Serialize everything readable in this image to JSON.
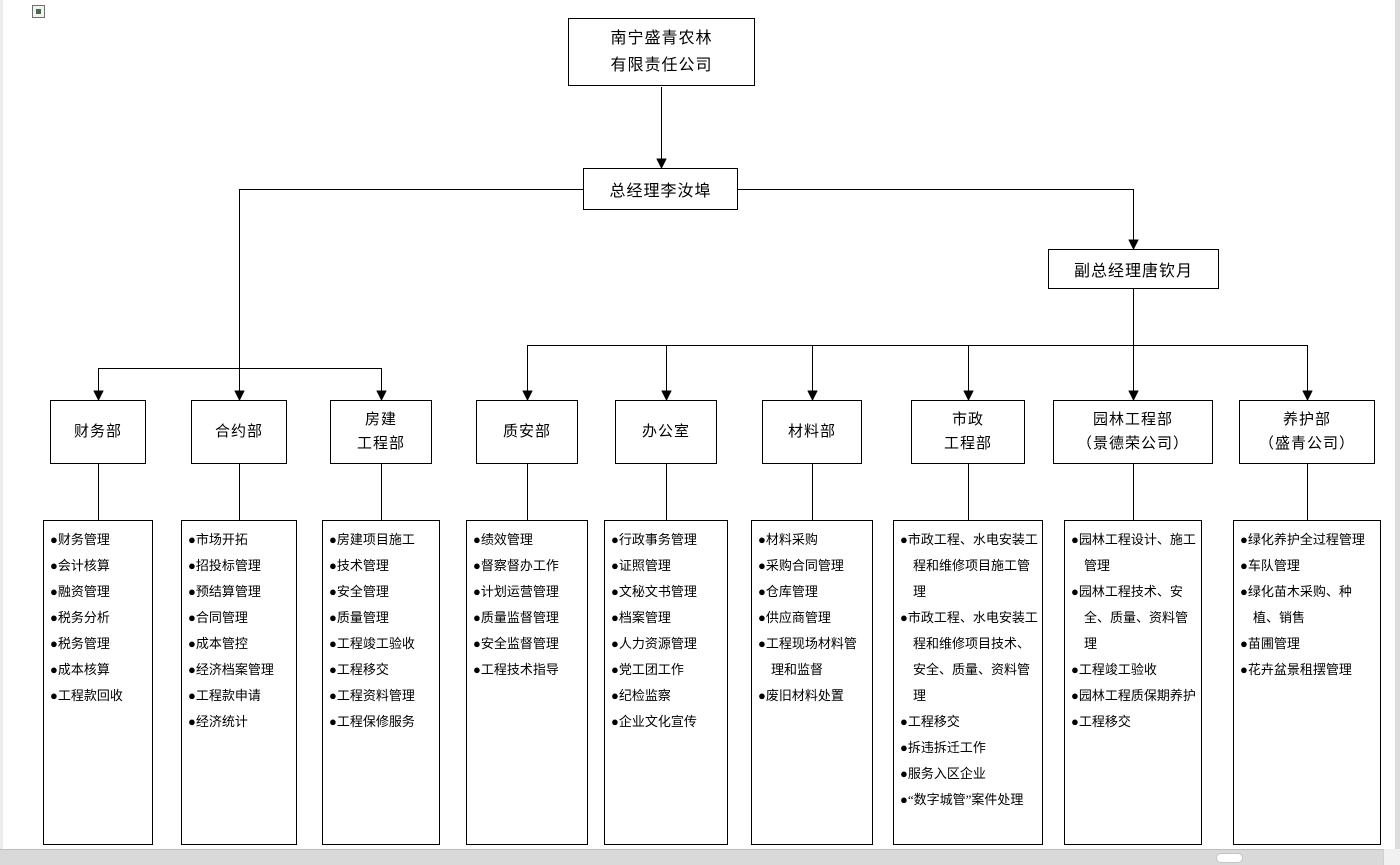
{
  "window": {
    "background": "#ffffff",
    "line_color": "#000000",
    "scrollbar": {
      "track_color": "#d9d9d9",
      "thumb_color": "#ffffff"
    }
  },
  "org_chart": {
    "bullet": "●",
    "root": {
      "lines": [
        "南宁盛青农林",
        "有限责任公司"
      ]
    },
    "general_manager": {
      "label": "总经理李汝埠"
    },
    "deputy_general_manager": {
      "label": "副总经理唐钦月"
    },
    "departments": [
      {
        "name_lines": [
          "财务部"
        ],
        "duties": [
          "财务管理",
          "会计核算",
          "融资管理",
          "税务分析",
          "税务管理",
          "成本核算",
          "工程款回收"
        ]
      },
      {
        "name_lines": [
          "合约部"
        ],
        "duties": [
          "市场开拓",
          "招投标管理",
          "预结算管理",
          "合同管理",
          "成本管控",
          "经济档案管理",
          "工程款申请",
          "经济统计"
        ]
      },
      {
        "name_lines": [
          "房建",
          "工程部"
        ],
        "duties": [
          "房建项目施工",
          "技术管理",
          "安全管理",
          "质量管理",
          "工程竣工验收",
          "工程移交",
          "工程资料管理",
          "工程保修服务"
        ]
      },
      {
        "name_lines": [
          "质安部"
        ],
        "duties": [
          "绩效管理",
          "督察督办工作",
          "计划运营管理",
          "质量监督管理",
          "安全监督管理",
          "工程技术指导"
        ]
      },
      {
        "name_lines": [
          "办公室"
        ],
        "duties": [
          "行政事务管理",
          "证照管理",
          "文秘文书管理",
          "档案管理",
          "人力资源管理",
          "党工团工作",
          "纪检监察",
          "企业文化宣传"
        ]
      },
      {
        "name_lines": [
          "材料部"
        ],
        "duties": [
          "材料采购",
          "采购合同管理",
          "仓库管理",
          "供应商管理",
          "工程现场材料管理和监督",
          "废旧材料处置"
        ]
      },
      {
        "name_lines": [
          "市政",
          "工程部"
        ],
        "duties": [
          "市政工程、水电安装工程和维修项目施工管理",
          "市政工程、水电安装工程和维修项目技术、安全、质量、资料管理",
          "工程移交",
          "拆违拆迁工作",
          "服务入区企业",
          "“数字城管”案件处理"
        ]
      },
      {
        "name_lines": [
          "园林工程部",
          "（景德荣公司）"
        ],
        "duties": [
          "园林工程设计、施工管理",
          "园林工程技术、安全、质量、资料管理",
          "工程竣工验收",
          "园林工程质保期养护",
          "工程移交"
        ]
      },
      {
        "name_lines": [
          "养护部",
          "（盛青公司）"
        ],
        "duties": [
          "绿化养护全过程管理",
          "车队管理",
          "绿化苗木采购、种植、销售",
          "苗圃管理",
          "花卉盆景租摆管理"
        ]
      }
    ]
  }
}
